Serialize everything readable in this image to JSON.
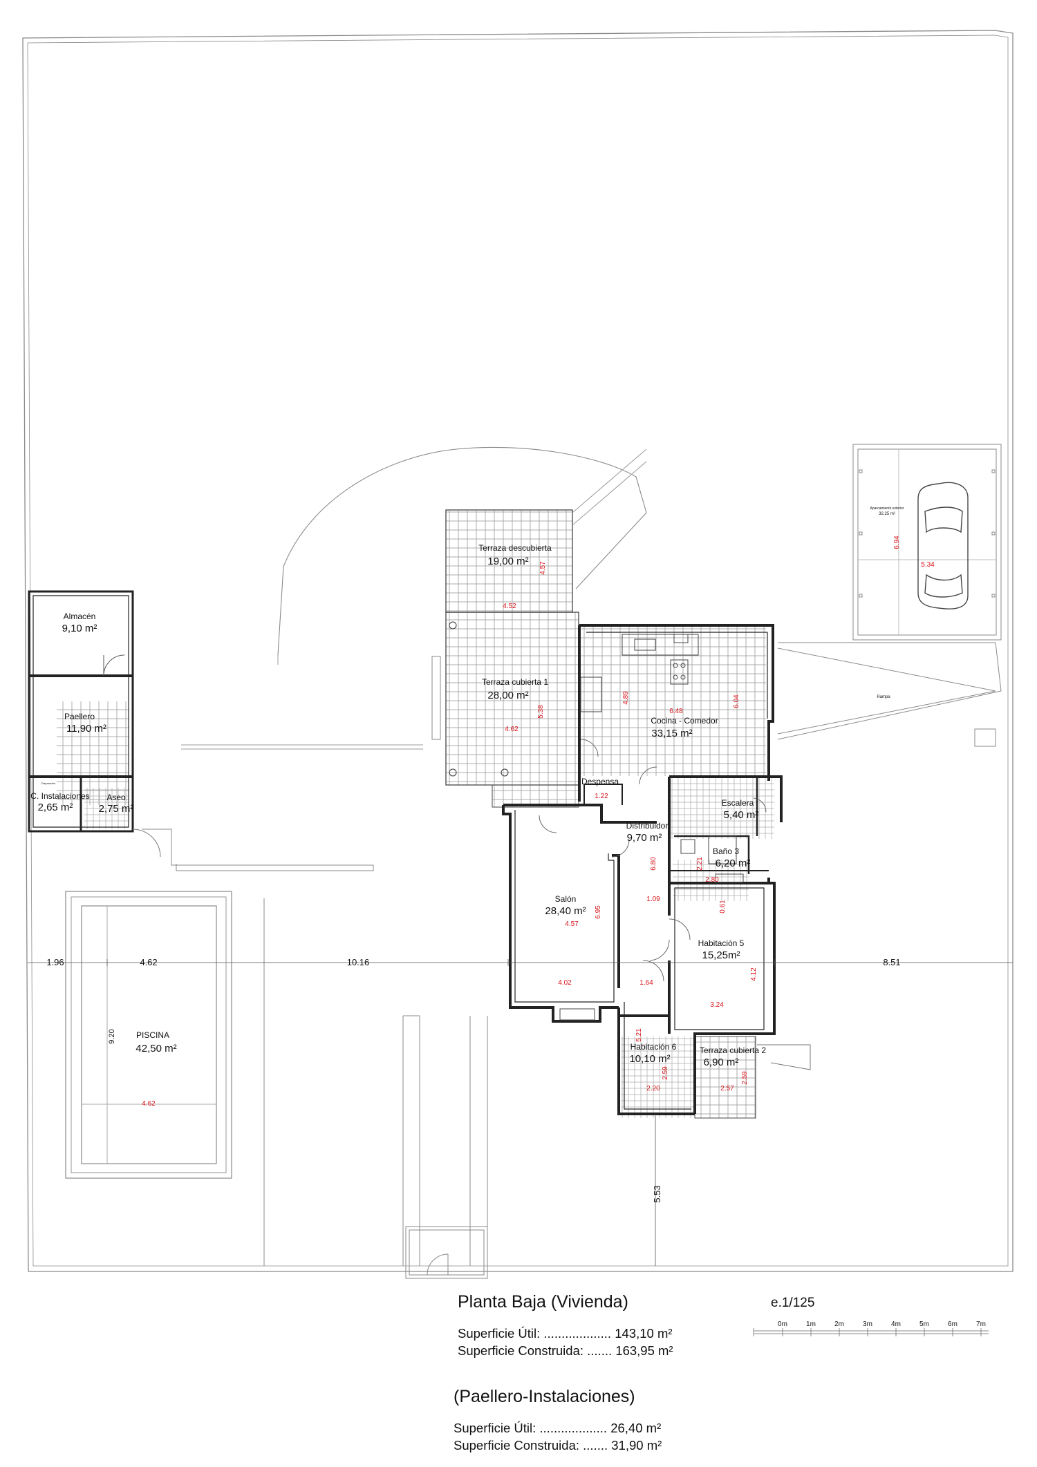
{
  "rooms": [
    {
      "id": "almacen",
      "name": "Almacén",
      "area": "9,10 m²"
    },
    {
      "id": "paellero",
      "name": "Paellero",
      "area": "11,90 m²"
    },
    {
      "id": "c-instalaciones",
      "name": "C. Instalaciones",
      "area": "2,65 m²"
    },
    {
      "id": "aseo",
      "name": "Aseo",
      "area": "2,75 m²"
    },
    {
      "id": "terraza-descubierta",
      "name": "Terraza descubierta",
      "area": "19,00 m²"
    },
    {
      "id": "terraza-cubierta-1",
      "name": "Terraza cubierta 1",
      "area": "28,00 m²"
    },
    {
      "id": "cocina-comedor",
      "name": "Cocina - Comedor",
      "area": "33,15 m²"
    },
    {
      "id": "despensa",
      "name": "Despensa",
      "area": ""
    },
    {
      "id": "escalera",
      "name": "Escalera",
      "area": "5,40 m²"
    },
    {
      "id": "distribuidor",
      "name": "Distribuidor",
      "area": "9,70 m²"
    },
    {
      "id": "bano-3",
      "name": "Baño 3",
      "area": "6,20 m²"
    },
    {
      "id": "salon",
      "name": "Salón",
      "area": "28,40 m²"
    },
    {
      "id": "habitacion-5",
      "name": "Habitación 5",
      "area": "15,25m²"
    },
    {
      "id": "habitacion-6",
      "name": "Habitación 6",
      "area": "10,10 m²"
    },
    {
      "id": "terraza-cubierta-2",
      "name": "Terraza cubierta 2",
      "area": "6,90 m²"
    },
    {
      "id": "piscina",
      "name": "PISCINA",
      "area": "42,50 m²"
    },
    {
      "id": "aparcamiento",
      "name": "Aparcamiento exterior",
      "area": "32,25 m²"
    },
    {
      "id": "rampa",
      "name": "Rampa",
      "area": ""
    }
  ],
  "red_dimensions": [
    "4.57",
    "4.52",
    "4.62",
    "5.38",
    "4.89",
    "6.48",
    "6.04",
    "1.22",
    "6.80",
    "2.21",
    "2.80",
    "0.61",
    "6.95",
    "4.57",
    "1.09",
    "4.02",
    "1.64",
    "4.12",
    "3.24",
    "5.21",
    "2.59",
    "2.20",
    "2.57",
    "2.59",
    "4.62",
    "6.94",
    "5.34"
  ],
  "black_dimensions": [
    "1.96",
    "4.62",
    "10.16",
    "8.51",
    "9.20",
    "5.53"
  ],
  "labels": {
    "disposicion": "Disposición"
  },
  "legend": {
    "title": "Planta Baja (Vivienda)",
    "rows": [
      {
        "label": "Superficie Útil: ...................",
        "value": "143,10 m²"
      },
      {
        "label": "Superficie Construida: .......",
        "value": "163,95 m²"
      }
    ],
    "subtitle": "(Paellero-Instalaciones)",
    "rows2": [
      {
        "label": "Superficie Útil: ...................",
        "value": "26,40 m²"
      },
      {
        "label": "Superficie Construida: .......",
        "value": "31,90 m²"
      }
    ]
  },
  "scale": {
    "title": "e.1/125",
    "ticks": [
      "0m",
      "1m",
      "2m",
      "3m",
      "4m",
      "5m",
      "6m",
      "7m"
    ]
  }
}
